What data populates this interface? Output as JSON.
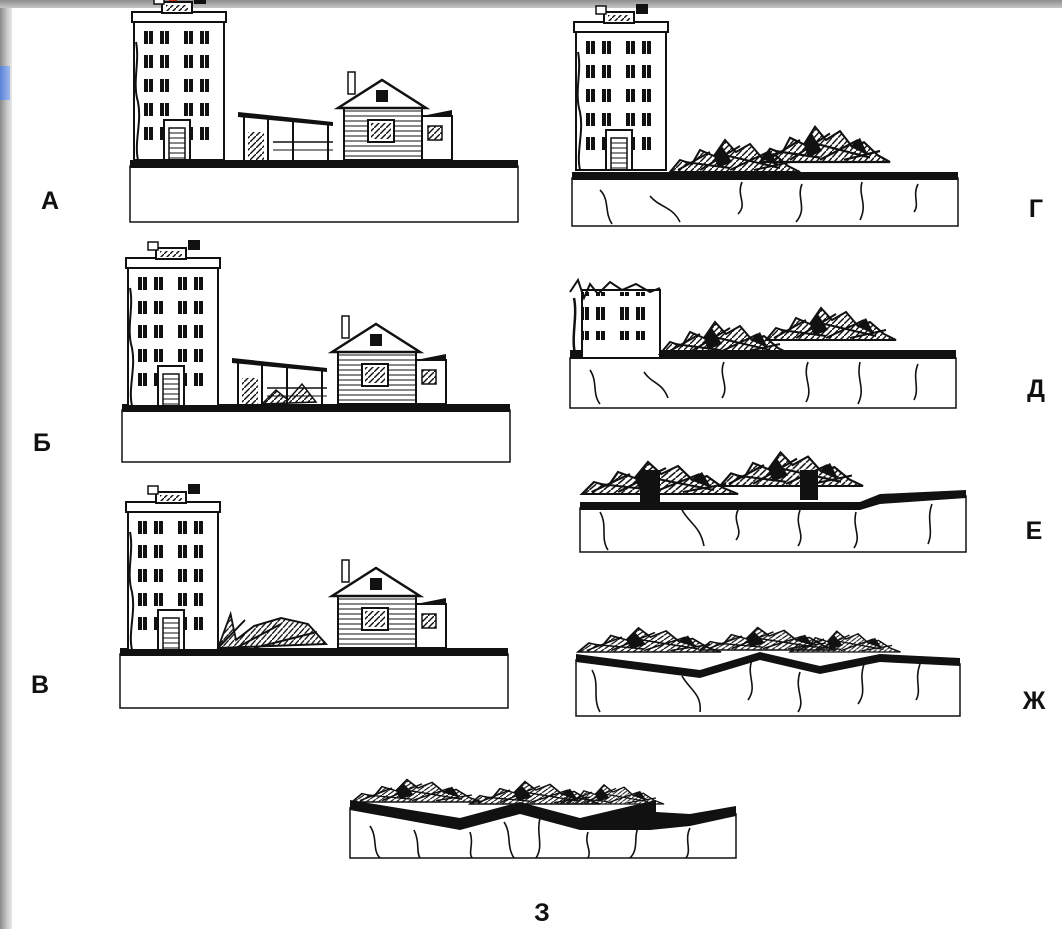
{
  "labels": {
    "a": "А",
    "b": "Б",
    "v": "В",
    "g": "Г",
    "d": "Д",
    "e": "Е",
    "zh": "Ж",
    "z": "З"
  },
  "colors": {
    "ink": "#111111",
    "ground_fill": "#ffffff",
    "left_bar": "#b5b5b5",
    "accent_red": "#d42a12",
    "accent_blue": "#6c8fe0"
  }
}
